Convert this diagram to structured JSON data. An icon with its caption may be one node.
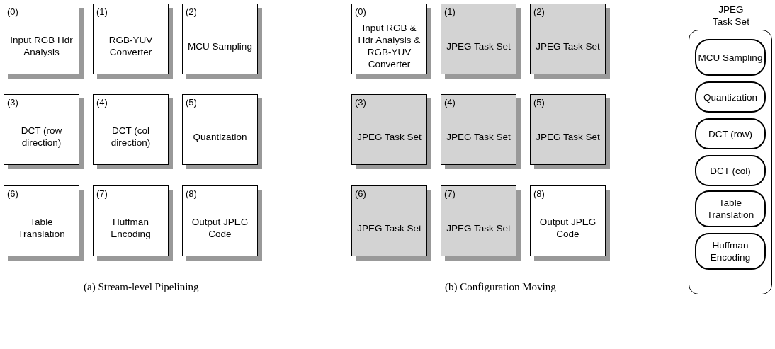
{
  "diagram": {
    "nodes": [
      {
        "text": [
          "(0)",
          "Input RGB Hdr Analysis"
        ]
      },
      {
        "text": [
          "(1)",
          "RGB-YUV Converter"
        ]
      },
      {
        "text": [
          "(2)",
          "MCU Sampling"
        ]
      },
      {
        "text": [
          "(3)",
          "DCT (row direction)"
        ]
      },
      {
        "text": [
          "(4)",
          "DCT (col direction)"
        ]
      },
      {
        "text": [
          "(5)",
          "Quantization"
        ]
      },
      {
        "text": [
          "(6)",
          "Table Translation"
        ]
      },
      {
        "text": [
          "(7)",
          "Huffman Encoding"
        ]
      },
      {
        "text": [
          "(8)",
          "Output JPEG Code"
        ]
      },
      {
        "text": [
          "(0)",
          "Input RGB & Hdr Analysis & RGB-YUV Converter"
        ]
      },
      {
        "text": [
          "(1)",
          "JPEG Task Set"
        ]
      },
      {
        "text": [
          "(2)",
          "JPEG Task Set"
        ]
      },
      {
        "text": [
          "(3)",
          "JPEG Task Set"
        ]
      },
      {
        "text": [
          "(4)",
          "JPEG Task Set"
        ]
      },
      {
        "text": [
          "(5)",
          "JPEG Task Set"
        ]
      },
      {
        "text": [
          "(6)",
          "JPEG Task Set"
        ]
      },
      {
        "text": [
          "(7)",
          "JPEG Task Set"
        ]
      },
      {
        "text": [
          "(8)",
          "Output JPEG Code"
        ]
      },
      {
        "text": [
          "JPEG Task Set"
        ]
      },
      {
        "text": [
          "MCU Sampling"
        ],
        "in": 18
      },
      {
        "text": [
          "Quantization"
        ],
        "in": 18
      },
      {
        "text": [
          "DCT (row)"
        ],
        "in": 18
      },
      {
        "text": [
          "DCT (col)"
        ],
        "in": 18
      },
      {
        "text": [
          "Table Translation"
        ],
        "in": 18
      },
      {
        "text": [
          "Huffman Encoding"
        ],
        "in": 18
      }
    ],
    "labels": [
      "(a) Stream-level Pipelining",
      "(b) Configuration Moving"
    ]
  }
}
